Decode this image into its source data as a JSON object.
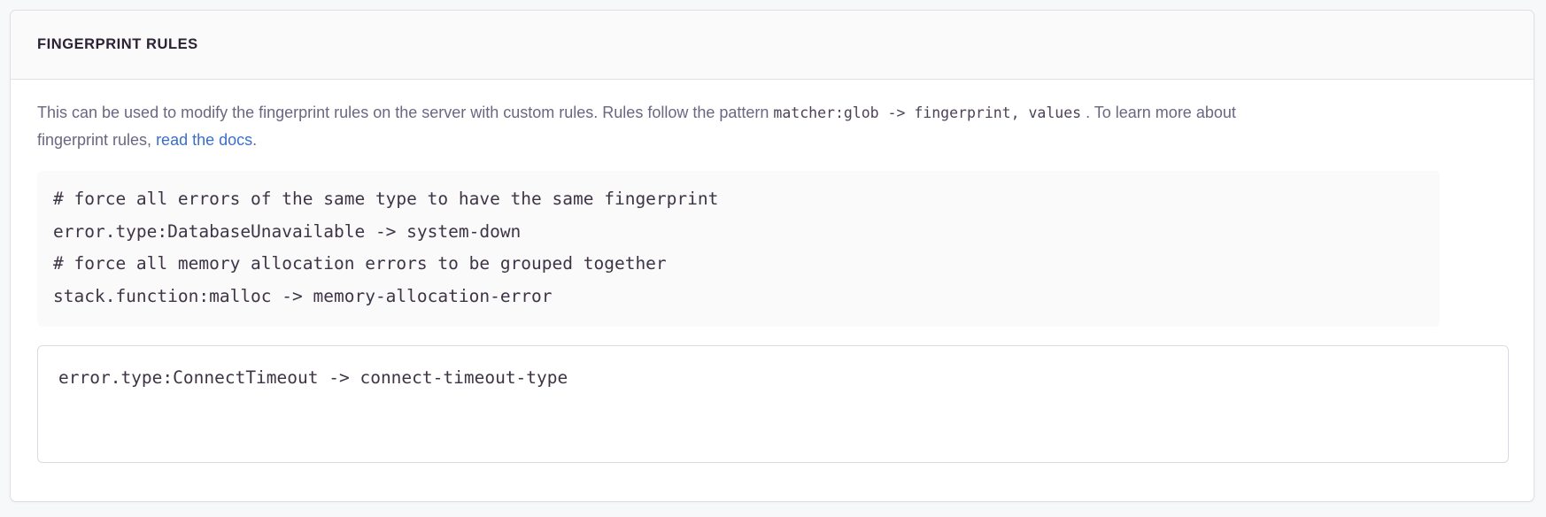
{
  "panel": {
    "title": "FINGERPRINT RULES",
    "description": {
      "part1": "This can be used to modify the fingerprint rules on the server with custom rules. Rules follow the pattern ",
      "code1": "matcher:glob -> fingerprint, values",
      "part2": " . To learn more about fingerprint rules, ",
      "link_text": "read the docs",
      "part3": "."
    },
    "code_sample": "# force all errors of the same type to have the same fingerprint\nerror.type:DatabaseUnavailable -> system-down\n# force all memory allocation errors to be grouped together\nstack.function:malloc -> memory-allocation-error",
    "rules_input": {
      "value": "error.type:ConnectTimeout -> connect-timeout-type",
      "placeholder": ""
    }
  },
  "colors": {
    "page_background": "#f7f8f9",
    "panel_background": "#ffffff",
    "panel_border": "#e0dfe6",
    "header_background": "#fafafb",
    "title_text": "#2b2233",
    "body_text": "#6b6681",
    "code_text": "#3e3446",
    "link": "#3b6ecc",
    "code_block_background": "#fafafb",
    "input_border": "#ddd9e4"
  }
}
